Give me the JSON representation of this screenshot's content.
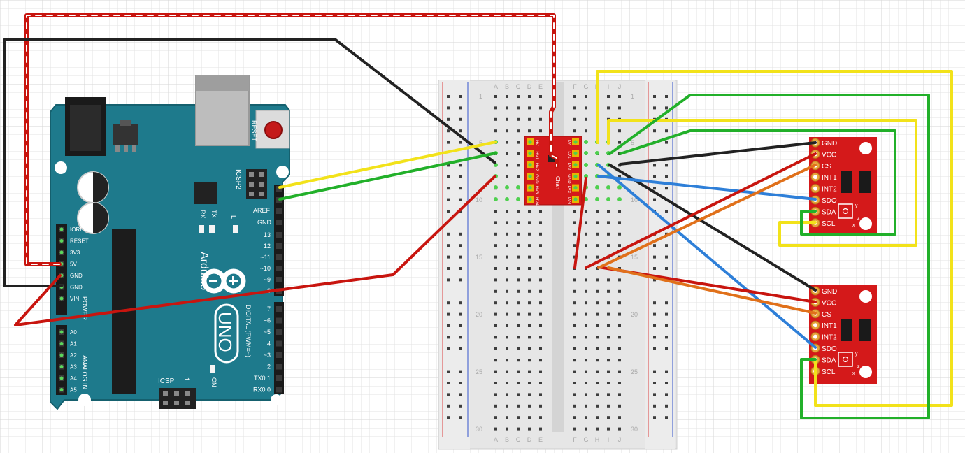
{
  "arduino": {
    "reset": "RESET",
    "icsp2": "ICSP2",
    "icsp": "ICSP",
    "one": "1",
    "tx": "TX",
    "rx": "RX",
    "l": "L",
    "on": "ON",
    "aref": "AREF",
    "gnd": "GND",
    "brand": "Arduino",
    "uno": "UNO",
    "digital": "DIGITAL (PWM=~)",
    "power": "POWER",
    "analog": "ANALOG IN",
    "power_pins": [
      "IOREF",
      "RESET",
      "3V3",
      "5V",
      "GND",
      "GND",
      "VIN"
    ],
    "analog_pins": [
      "A0",
      "A1",
      "A2",
      "A3",
      "A4",
      "A5"
    ],
    "digital_top": [
      "13",
      "12",
      "~11",
      "~10",
      "~9",
      "8"
    ],
    "digital_bottom": [
      "7",
      "~6",
      "~5",
      "4",
      "~3",
      "2",
      "TX0 1",
      "RX0 0"
    ]
  },
  "breadboard": {
    "cols_left": [
      "A",
      "B",
      "C",
      "D",
      "E"
    ],
    "cols_right": [
      "F",
      "G",
      "H",
      "I",
      "J"
    ],
    "row_numbers": [
      "1",
      "5",
      "10",
      "15",
      "20",
      "25",
      "30"
    ]
  },
  "level_shifter": {
    "left_labels": [
      "HV",
      "HV1",
      "HV2",
      "GND",
      "HV3",
      "HV4"
    ],
    "right_labels": [
      "LV",
      "LV1",
      "LV2",
      "GND",
      "LV3",
      "LV4"
    ],
    "center": "Chan"
  },
  "sensors": [
    {
      "pins": [
        "GND",
        "VCC",
        "CS",
        "INT1",
        "INT2",
        "SDO",
        "SDA",
        "SCL"
      ],
      "axis": [
        "y",
        "x",
        "z"
      ]
    },
    {
      "pins": [
        "GND",
        "VCC",
        "CS",
        "INT1",
        "INT2",
        "SDO",
        "SDA",
        "SCL"
      ],
      "axis": [
        "y",
        "x",
        "z"
      ]
    }
  ],
  "colors": {
    "board": "#1e7a8c",
    "wire_red": "#c8150f",
    "wire_black": "#222222",
    "wire_yellow": "#f2e21a",
    "wire_green": "#22b02a",
    "wire_blue": "#2e7fd8",
    "wire_orange": "#e0701a",
    "sensor": "#d4191a"
  }
}
